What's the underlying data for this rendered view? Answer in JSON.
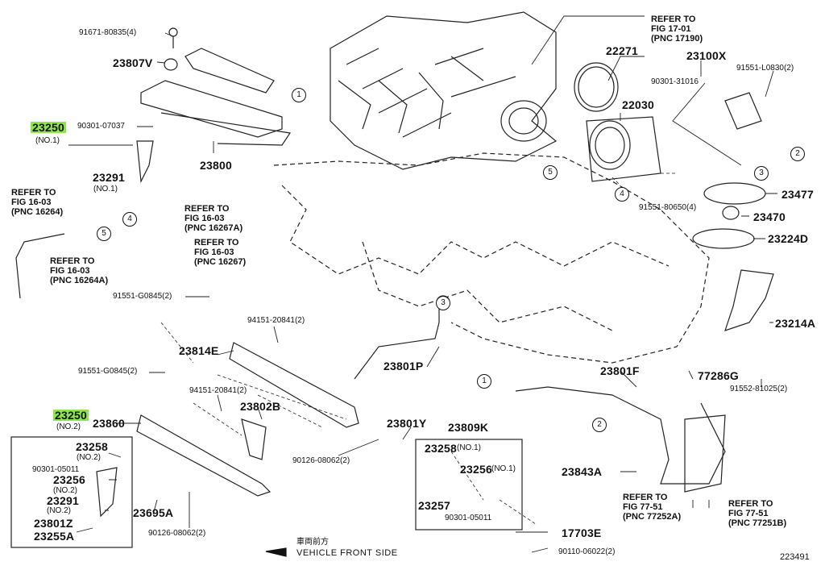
{
  "diagram": {
    "part_labels": {
      "p91671_80835": "91671-80835(4)",
      "p23807v": "23807V",
      "p23250_top": "23250",
      "p23250_top_no": "(NO.1)",
      "p90301_07037": "90301-07037",
      "p23800": "23800",
      "p23291_top": "23291",
      "p23291_top_no": "(NO.1)",
      "p22271": "22271",
      "p23100x": "23100X",
      "p90301_31016": "90301-31016",
      "p91551_l0830": "91551-L0830(2)",
      "p22030": "22030",
      "p23477": "23477",
      "p91551_80650": "91551-80650(4)",
      "p23470": "23470",
      "p23224d": "23224D",
      "p23214a": "23214A",
      "p91551_g0845_a": "91551-G0845(2)",
      "p94151_20841_a": "94151-20841(2)",
      "p23814e": "23814E",
      "p23801p": "23801P",
      "p91551_g0845_b": "91551-G0845(2)",
      "p94151_20841_b": "94151-20841(2)",
      "p23802b": "23802B",
      "p23801f": "23801F",
      "p77286g": "77286G",
      "p91552_81025": "91552-81025(2)",
      "p23250_bot": "23250",
      "p23250_bot_no": "(NO.2)",
      "p23860": "23860",
      "p23258_left": "23258",
      "p23258_left_no": "(NO.2)",
      "p90301_05011_left": "90301-05011",
      "p23256_left": "23256",
      "p23256_left_no": "(NO.2)",
      "p23291_bot": "23291",
      "p23291_bot_no": "(NO.2)",
      "p23801z": "23801Z",
      "p23255a": "23255A",
      "p23695a": "23695A",
      "p90126_08062_a": "90126-08062(2)",
      "p90126_08062_b": "90126-08062(2)",
      "p23801y": "23801Y",
      "p23809k": "23809K",
      "p23258_right": "23258",
      "p23258_right_no": "(NO.1)",
      "p23256_right": "23256",
      "p23256_right_no": "(NO.1)",
      "p23257": "23257",
      "p90301_05011_right": "90301-05011",
      "p17703e": "17703E",
      "p90110_06022": "90110-06022(2)",
      "p23843a": "23843A"
    },
    "references": {
      "r_fig17": "REFER TO\nFIG 17-01\n(PNC 17190)",
      "r_fig16_a": "REFER TO\nFIG 16-03\n(PNC 16264)",
      "r_fig16_b": "REFER TO\nFIG 16-03\n(PNC 16264A)",
      "r_fig16_c": "REFER TO\nFIG 16-03\n(PNC 16267A)",
      "r_fig16_d": "REFER TO\nFIG 16-03\n(PNC 16267)",
      "r_fig77_a": "REFER TO\nFIG 77-51\n(PNC 77252A)",
      "r_fig77_b": "REFER TO\nFIG 77-51\n(PNC 77251B)"
    },
    "callouts": {
      "c1_top": "1",
      "c2_top": "2",
      "c3_top": "3",
      "c4_top": "4",
      "c5_top": "5",
      "c4_left": "4",
      "c5_left": "5",
      "c3_mid": "3",
      "c1_bot": "1",
      "c2_bot": "2"
    },
    "front_jp": "車両前方",
    "front_en": "VEHICLE FRONT SIDE",
    "figure_id": "223491",
    "highlight_color": "#8fe64a"
  }
}
